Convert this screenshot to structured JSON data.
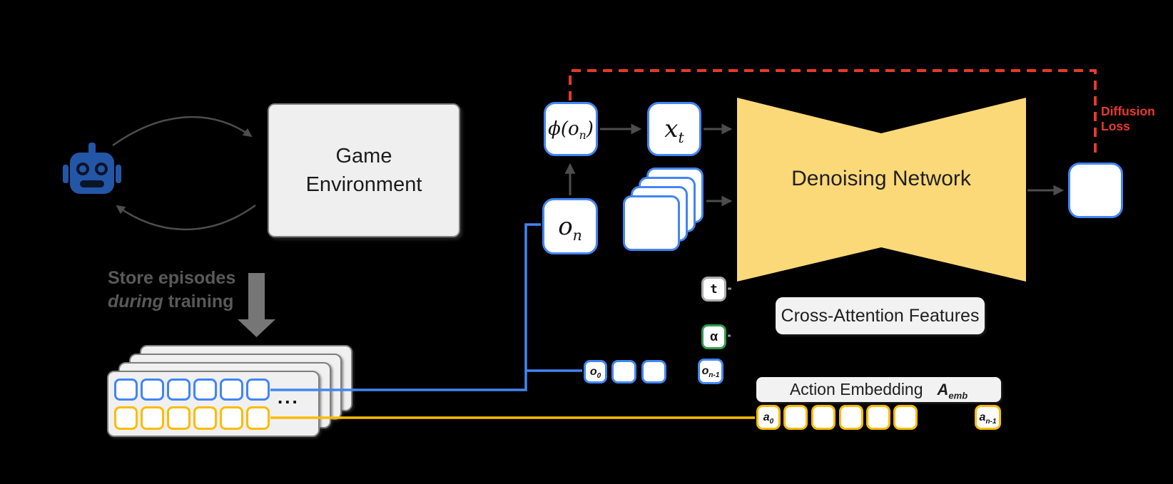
{
  "canvas": {
    "background": "#000000"
  },
  "colors": {
    "observation_blue": "#4285F4",
    "action_yellow": "#FBBC04",
    "network_fill": "#FBD978",
    "loss_red": "#E8392C",
    "alpha_green": "#2E9E4F",
    "timestep_gray": "#ABABAB",
    "note_gray": "#595959",
    "card_fill": "#F0F0F0",
    "panel_fill": "#F2F2F2",
    "robot_blue": "#2456A8"
  },
  "game_environment": {
    "label": "Game Environment"
  },
  "store_note": {
    "line1": "Store episodes",
    "line2_italic": "during",
    "line2_rest": "training"
  },
  "episode_buffer": {
    "ellipsis": "..."
  },
  "encoder": {
    "phi_pre": "ϕ(o",
    "phi_sub": "n",
    "phi_post": ")",
    "xt_base": "x",
    "xt_sub": "t",
    "on_base": "o",
    "on_sub": "n"
  },
  "network": {
    "label": "Denoising Network"
  },
  "diffusion_loss": {
    "line1": "Diffusion",
    "line2": "Loss"
  },
  "conditioning": {
    "t_label": "t",
    "alpha_label": "α",
    "o_prev_base": "o",
    "o_prev_sub": "n-1",
    "o0_base": "o",
    "o0_sub": "0"
  },
  "cross_attention": {
    "label": "Cross-Attention Features"
  },
  "action_embedding": {
    "label": "Action Embedding",
    "var_base": "A",
    "var_sub": "emb"
  },
  "actions": {
    "a0_base": "a",
    "a0_sub": "0",
    "a_prev_base": "a",
    "a_prev_sub": "n-1"
  }
}
